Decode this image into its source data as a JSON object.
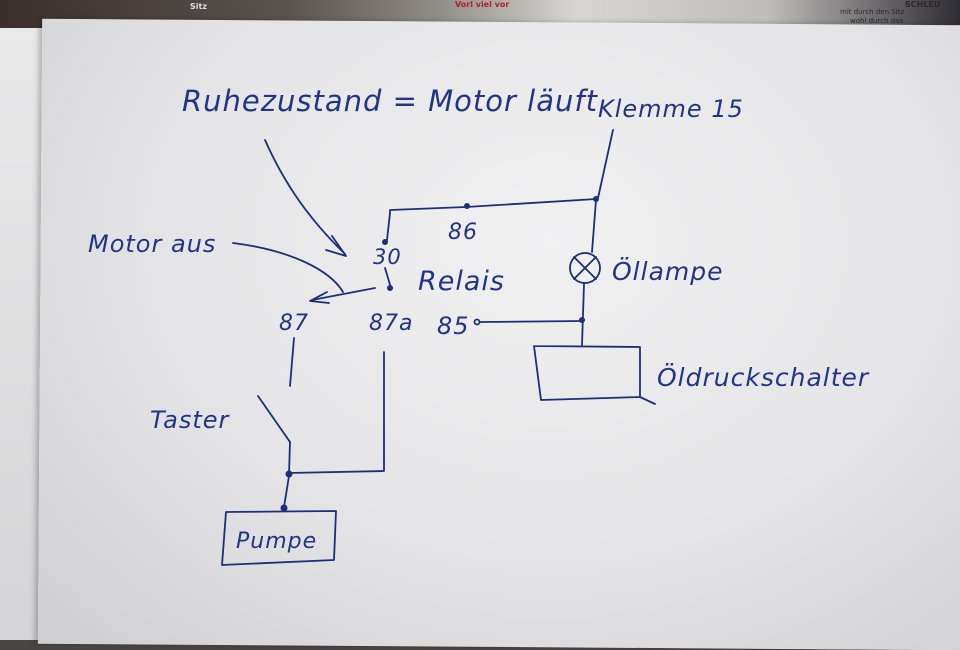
{
  "background": {
    "magazine_texts": [
      "Sitz",
      "Vorl viel vor",
      "SCHLEU",
      "mit durch den Sitz",
      "wohl durch das"
    ]
  },
  "labels": {
    "ruhezustand": "Ruhezustand = Motor läuft",
    "klemme": "Klemme 15",
    "motor_aus": "Motor aus",
    "pin_86": "86",
    "pin_30": "30",
    "relais": "Relais",
    "pin_87": "87",
    "pin_87a": "87a",
    "pin_85": "85",
    "oellampe": "Öllampe",
    "oeldruckschalter": "Öldruckschalter",
    "taster": "Taster",
    "pumpe": "Pumpe"
  },
  "colors": {
    "ink": "#1d2f78",
    "paper": "#eaeaec"
  }
}
